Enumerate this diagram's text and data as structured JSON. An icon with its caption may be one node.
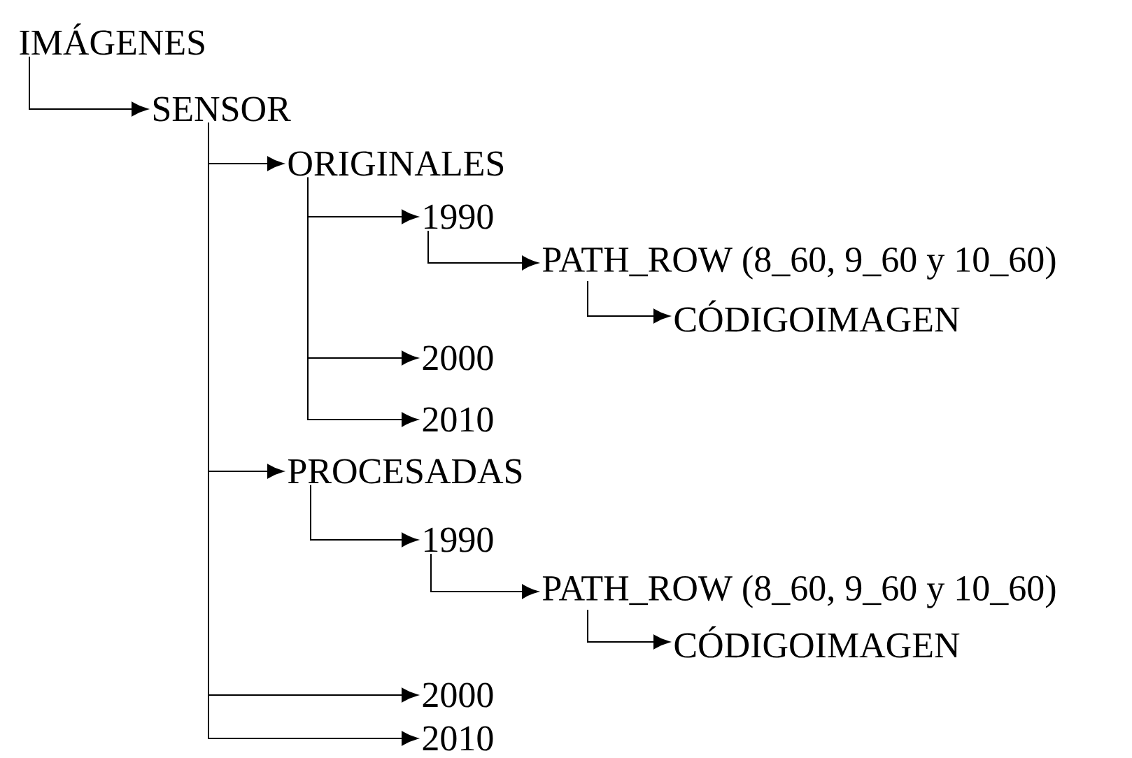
{
  "diagram": {
    "nodes": [
      {
        "text": [
          "IMÁGENES"
        ]
      },
      {
        "text": [
          "SENSOR"
        ]
      },
      {
        "text": [
          "ORIGINALES"
        ]
      },
      {
        "text": [
          "1990"
        ]
      },
      {
        "text": [
          "PATH_ROW (8_60, 9_60 y 10_60)"
        ]
      },
      {
        "text": [
          "CÓDIGOIMAGEN"
        ]
      },
      {
        "text": [
          "2000"
        ]
      },
      {
        "text": [
          "2010"
        ]
      },
      {
        "text": [
          "PROCESADAS"
        ]
      },
      {
        "text": [
          "1990"
        ]
      },
      {
        "text": [
          "PATH_ROW (8_60, 9_60 y 10_60)"
        ]
      },
      {
        "text": [
          "CÓDIGOIMAGEN"
        ]
      },
      {
        "text": [
          "2000"
        ]
      },
      {
        "text": [
          "2010"
        ]
      }
    ],
    "edges": [
      {
        "from": 0,
        "to": 1,
        "arrow": "to"
      },
      {
        "from": 1,
        "to": 2,
        "arrow": "to"
      },
      {
        "from": 2,
        "to": 3,
        "arrow": "to"
      },
      {
        "from": 3,
        "to": 4,
        "arrow": "to"
      },
      {
        "from": 4,
        "to": 5,
        "arrow": "to"
      },
      {
        "from": 2,
        "to": 6,
        "arrow": "to"
      },
      {
        "from": 2,
        "to": 7,
        "arrow": "to"
      },
      {
        "from": 1,
        "to": 8,
        "arrow": "to"
      },
      {
        "from": 8,
        "to": 9,
        "arrow": "to"
      },
      {
        "from": 9,
        "to": 10,
        "arrow": "to"
      },
      {
        "from": 10,
        "to": 11,
        "arrow": "to"
      },
      {
        "from": 1,
        "to": 12,
        "arrow": "to"
      },
      {
        "from": 1,
        "to": 13,
        "arrow": "to"
      }
    ]
  }
}
